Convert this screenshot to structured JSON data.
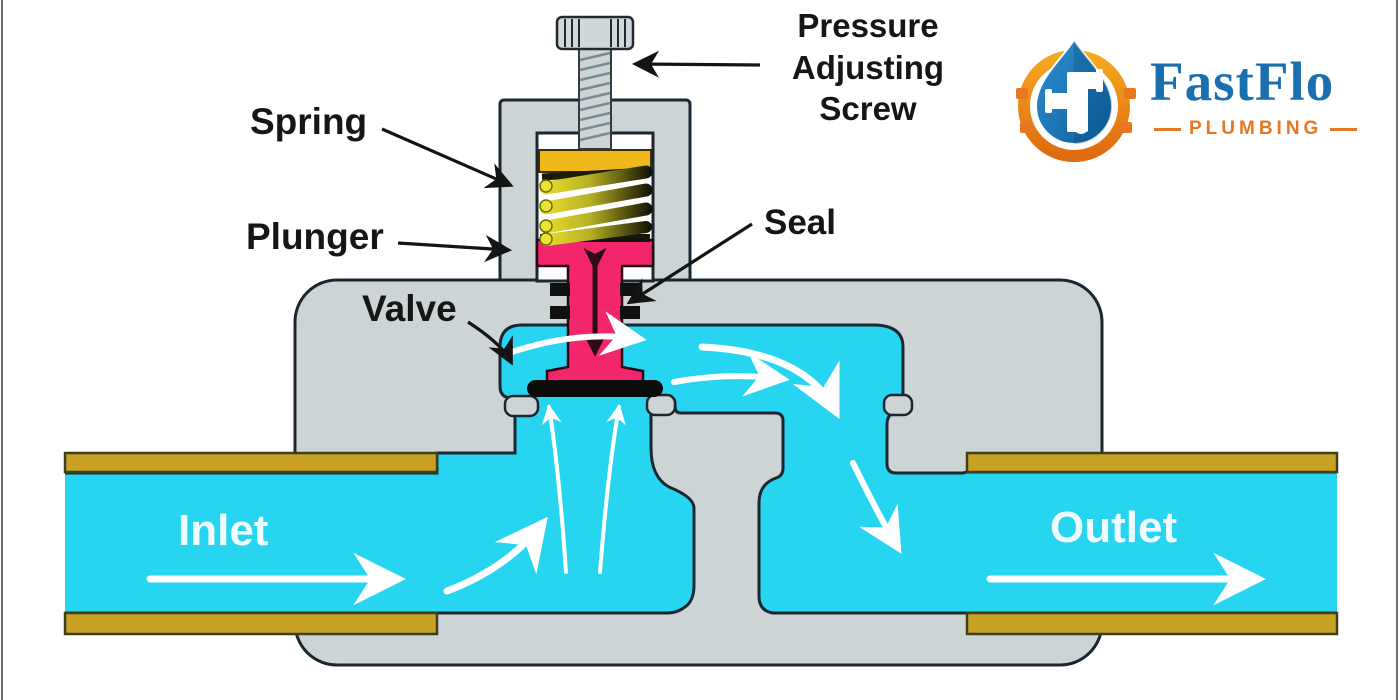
{
  "diagram": {
    "title_implicit": "Pressure reducing valve cross-section",
    "labels": {
      "screw": "Pressure Adjusting Screw",
      "spring": "Spring",
      "plunger": "Plunger",
      "valve": "Valve",
      "seal": "Seal",
      "inlet": "Inlet",
      "outlet": "Outlet"
    },
    "colors": {
      "water": "#28d5f0",
      "body_metal": "#cdd4d6",
      "outline": "#1b2730",
      "plunger_pink": "#f3256d",
      "spring_yellow": "#e8e12a",
      "spring_cap_gold": "#efb91c",
      "pipe_gold": "#c7a024",
      "flow_arrow": "#ffffff",
      "label_arrow": "#111111"
    }
  },
  "logo": {
    "name": "FastFlo",
    "tagline": "PLUMBING",
    "brand_blue": "#1a6fae",
    "brand_orange": "#e87722"
  }
}
